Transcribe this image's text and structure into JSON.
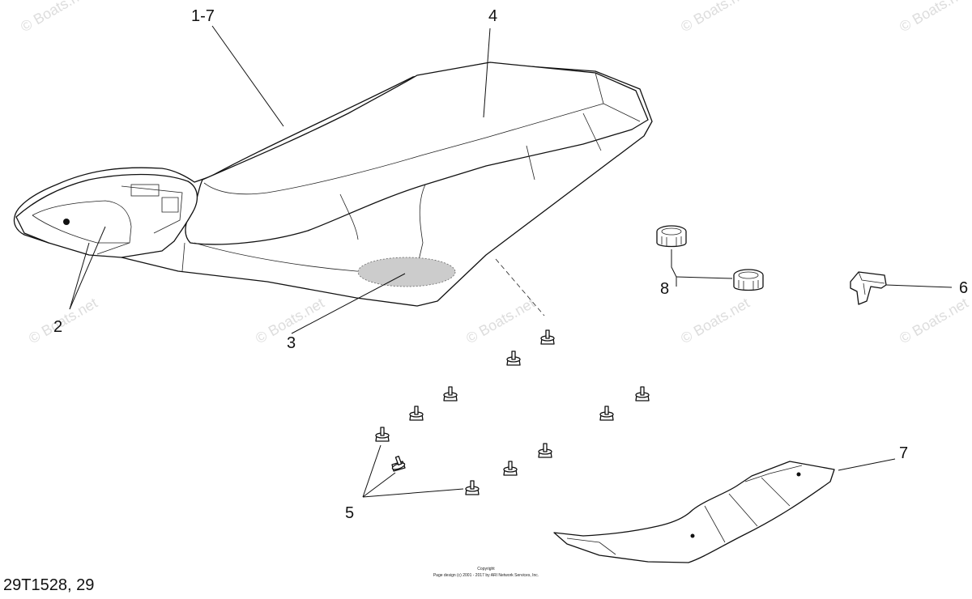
{
  "callouts": {
    "c1_7": "1-7",
    "c2": "2",
    "c3": "3",
    "c4": "4",
    "c5": "5",
    "c6": "6",
    "c7": "7",
    "c8": "8"
  },
  "watermark": "© Boats.net",
  "copyright": {
    "line1": "Copyright",
    "line2": "Page design (c) 2001 - 2017 by ARI Network Services, Inc."
  },
  "diagram_id": "29T1528, 29"
}
